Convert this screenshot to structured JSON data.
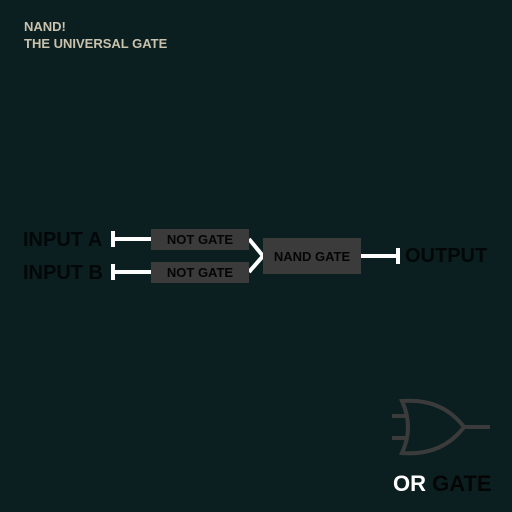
{
  "title": {
    "line1": "NAND!",
    "line2": "THE UNIVERSAL GATE"
  },
  "circuit": {
    "input_a": "INPUT A",
    "input_b": "INPUT B",
    "not_gate_top": "NOT GATE",
    "not_gate_bottom": "NOT GATE",
    "nand_gate": "NAND GATE",
    "output": "OUTPUT"
  },
  "result": {
    "word1": "OR",
    "word2": "GATE",
    "icon": "or-gate-icon"
  },
  "colors": {
    "background": "#0b1f21",
    "title": "#c9c2ad",
    "gate_fill": "#3b3b3b",
    "wire": "#ffffff",
    "gate_icon": "#3b3b3b",
    "highlight": "#ffffff"
  }
}
